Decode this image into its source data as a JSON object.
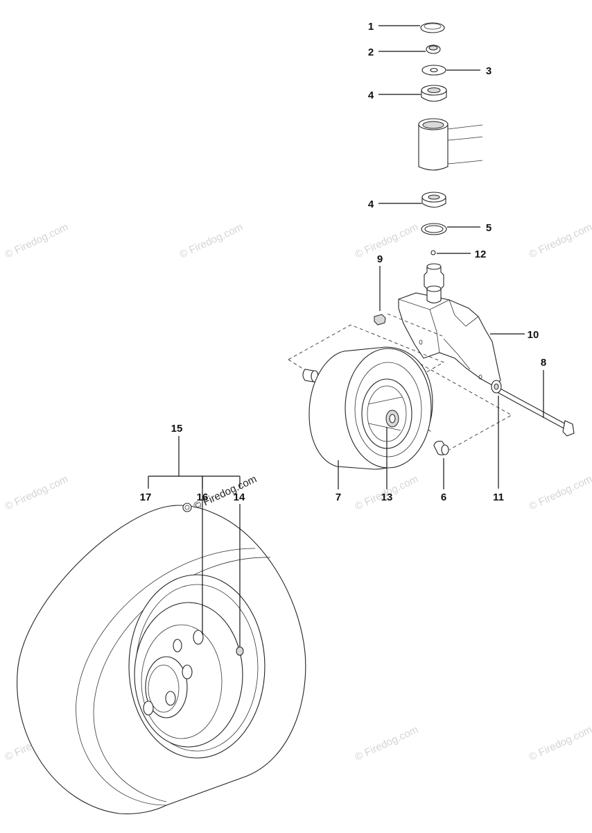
{
  "watermark": "© Firedog.com",
  "callouts": {
    "c1": "1",
    "c2": "2",
    "c3": "3",
    "c4a": "4",
    "c4b": "4",
    "c5": "5",
    "c6": "6",
    "c7": "7",
    "c8": "8",
    "c9": "9",
    "c10": "10",
    "c11": "11",
    "c12": "12",
    "c13": "13",
    "c14": "14",
    "c15": "15",
    "c16": "16",
    "c17": "17"
  }
}
